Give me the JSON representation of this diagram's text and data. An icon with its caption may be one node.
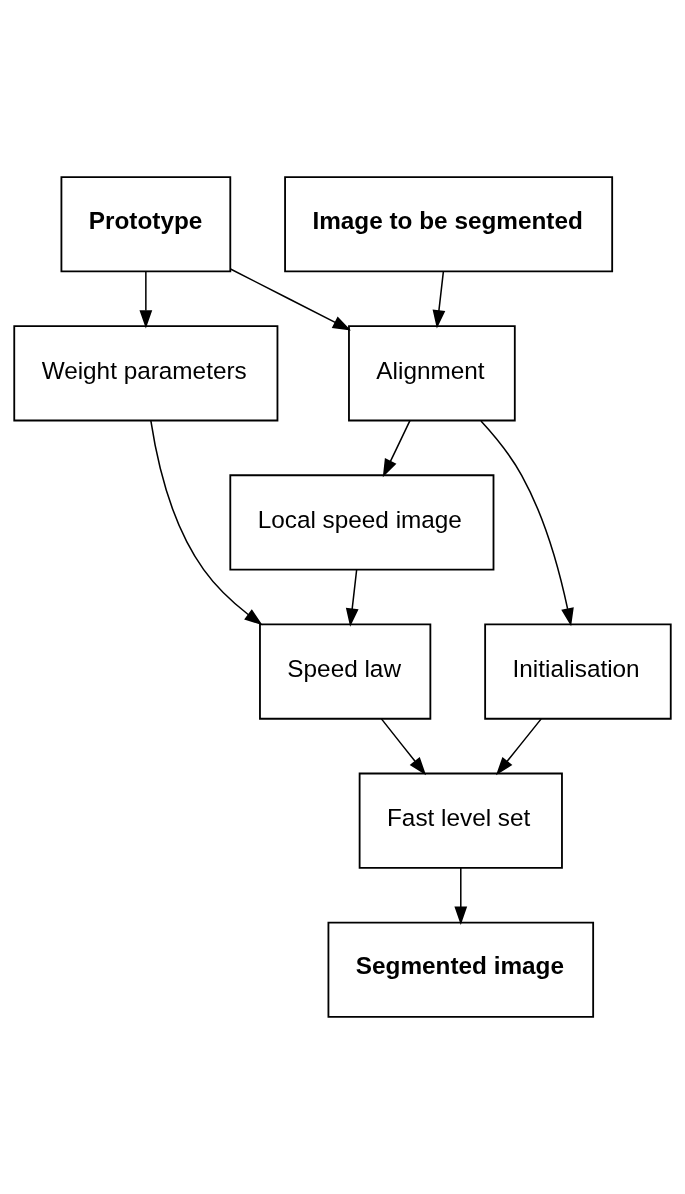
{
  "diagram": {
    "nodes": [
      {
        "text": [
          "Prototype"
        ]
      },
      {
        "text": [
          "Image to be segmented"
        ]
      },
      {
        "text": [
          "Weight parameters"
        ]
      },
      {
        "text": [
          "Alignment"
        ]
      },
      {
        "text": [
          "Local speed image"
        ]
      },
      {
        "text": [
          "Initialisation"
        ]
      },
      {
        "text": [
          "Speed law"
        ]
      },
      {
        "text": [
          "Fast level set"
        ]
      },
      {
        "text": [
          "Segmented image"
        ]
      }
    ],
    "edges": [
      {
        "from": 0,
        "to": 2,
        "arrow": "to"
      },
      {
        "from": 0,
        "to": 3,
        "arrow": "to"
      },
      {
        "from": 1,
        "to": 3,
        "arrow": "to"
      },
      {
        "from": 3,
        "to": 4,
        "arrow": "to"
      },
      {
        "from": 3,
        "to": 5,
        "arrow": "to"
      },
      {
        "from": 2,
        "to": 6,
        "arrow": "to"
      },
      {
        "from": 4,
        "to": 6,
        "arrow": "to"
      },
      {
        "from": 5,
        "to": 7,
        "arrow": "to"
      },
      {
        "from": 6,
        "to": 7,
        "arrow": "to"
      },
      {
        "from": 7,
        "to": 8,
        "arrow": "to"
      }
    ]
  }
}
